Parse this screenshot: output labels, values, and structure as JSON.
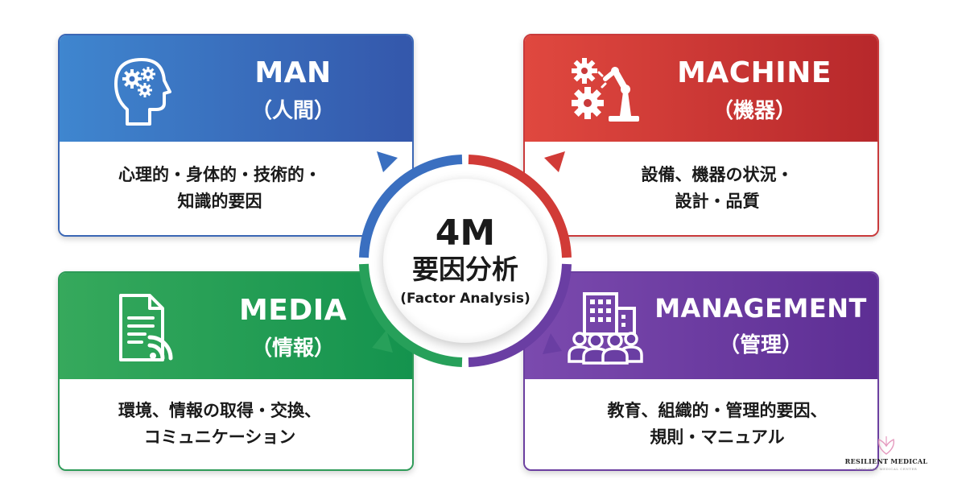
{
  "colors": {
    "man": "#3a6fc0",
    "machine": "#d13b37",
    "media": "#27a05a",
    "management": "#6a3ea3"
  },
  "man": {
    "icon": "head-gears-icon",
    "title": "MAN",
    "subtitle": "（人間）",
    "description": [
      "心理的・身体的・技術的・",
      "知識的要因"
    ]
  },
  "machine": {
    "icon": "gears-robot-arm-icon",
    "title": "MACHINE",
    "subtitle": "（機器）",
    "description": [
      "設備、機器の状況・",
      "設計・品質"
    ]
  },
  "media": {
    "icon": "document-signal-icon",
    "title": "MEDIA",
    "subtitle": "（情報）",
    "description": [
      "環境、情報の取得・交換、",
      "コミュニケーション"
    ]
  },
  "management": {
    "icon": "building-people-icon",
    "title": "MANAGEMENT",
    "subtitle": "（管理）",
    "description": [
      "教育、組織的・管理的要因、",
      "規則・マニュアル"
    ]
  },
  "center": {
    "title": "4M",
    "subtitle": "要因分析",
    "english": "(Factor Analysis)"
  },
  "logo": {
    "icon": "flower-logo-icon",
    "name": "RESILIENT MEDICAL",
    "tagline": "RESILIENT MEDICAL CENTER"
  }
}
